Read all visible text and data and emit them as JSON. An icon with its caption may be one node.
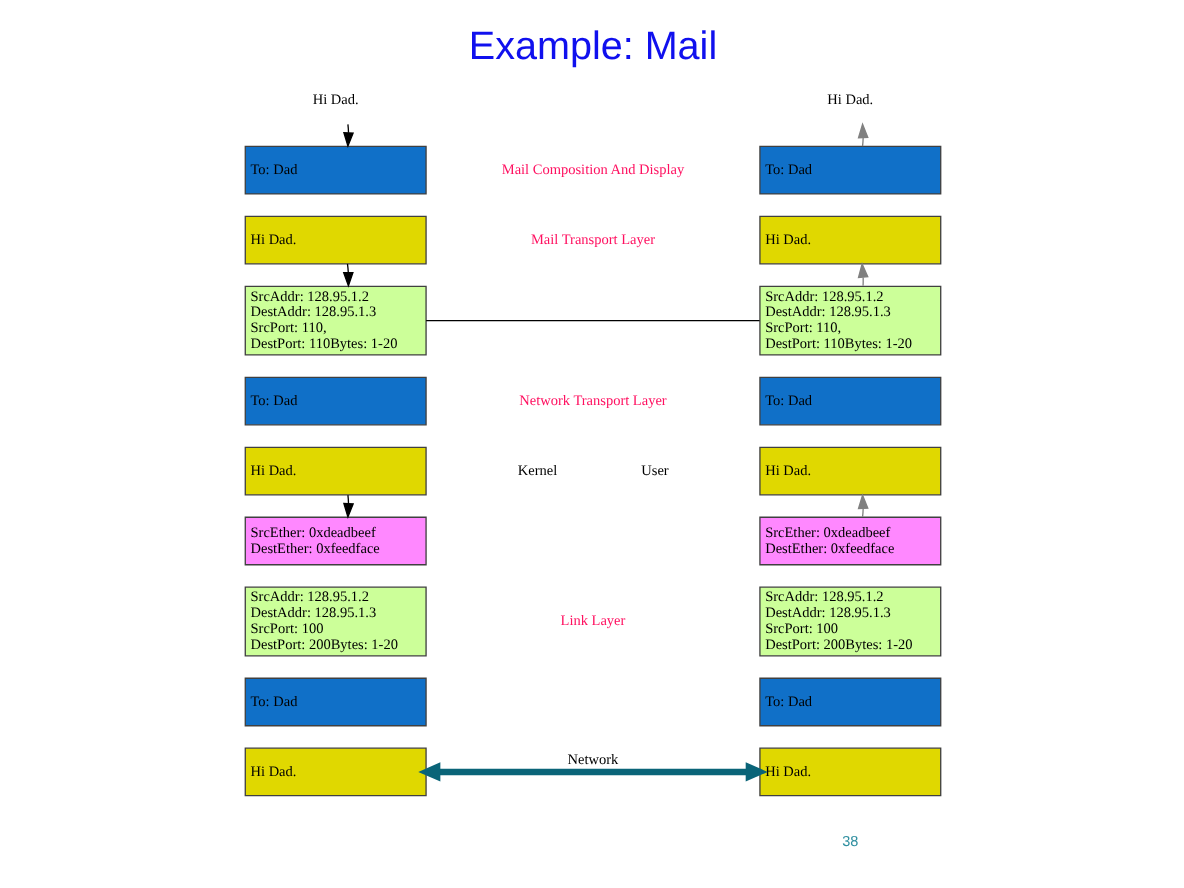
{
  "diagram": {
    "title": "Example: Mail",
    "nodes": [
      {
        "text": [
          "Hi Dad."
        ]
      },
      {
        "text": [
          "To: Dad"
        ]
      },
      {
        "text": [
          "Hi Dad."
        ]
      },
      {
        "text": [
          "SrcAddr: 128.95.1.2",
          "DestAddr: 128.95.1.3",
          "SrcPort: 110,",
          "DestPort: 110Bytes: 1-20"
        ]
      },
      {
        "text": [
          "To: Dad"
        ]
      },
      {
        "text": [
          "Hi Dad."
        ]
      },
      {
        "text": [
          "SrcEther: 0xdeadbeef",
          "DestEther: 0xfeedface"
        ]
      },
      {
        "text": [
          "SrcAddr: 128.95.1.2",
          "DestAddr: 128.95.1.3",
          "SrcPort: 100",
          "DestPort: 200Bytes: 1-20"
        ]
      },
      {
        "text": [
          "To: Dad"
        ]
      },
      {
        "text": [
          "Hi Dad."
        ]
      },
      {
        "text": [
          "Hi Dad."
        ]
      },
      {
        "text": [
          "To: Dad"
        ]
      },
      {
        "text": [
          "Hi Dad."
        ]
      },
      {
        "text": [
          "SrcAddr: 128.95.1.2",
          "DestAddr: 128.95.1.3",
          "SrcPort: 110,",
          "DestPort: 110Bytes: 1-20"
        ]
      },
      {
        "text": [
          "To: Dad"
        ]
      },
      {
        "text": [
          "Hi Dad."
        ]
      },
      {
        "text": [
          "SrcEther: 0xdeadbeef",
          "DestEther: 0xfeedface"
        ]
      },
      {
        "text": [
          "SrcAddr: 128.95.1.2",
          "DestAddr: 128.95.1.3",
          "SrcPort: 100",
          "DestPort: 200Bytes: 1-20"
        ]
      },
      {
        "text": [
          "To: Dad"
        ]
      },
      {
        "text": [
          "Hi Dad."
        ]
      }
    ],
    "edges": [
      {
        "from": 0,
        "to": 1,
        "arrow": "to"
      },
      {
        "from": 2,
        "to": 3,
        "arrow": "to"
      },
      {
        "from": 5,
        "to": 6,
        "arrow": "to"
      },
      {
        "from": 11,
        "to": 10,
        "arrow": "to",
        "color": "#808080"
      },
      {
        "from": 13,
        "to": 12,
        "arrow": "to",
        "color": "#808080"
      },
      {
        "from": 16,
        "to": 15,
        "arrow": "to",
        "color": "#808080"
      },
      {
        "from": 3,
        "to": 13,
        "arrow": "none"
      },
      {
        "from": 9,
        "to": 19,
        "arrow": "both",
        "label": "Network",
        "style": "thick",
        "color": "#0a6478"
      }
    ],
    "labels": [
      "Mail Composition And Display",
      "Mail Transport Layer",
      "User",
      "Kernel",
      "Network Transport Layer",
      "Link Layer",
      "38"
    ]
  }
}
